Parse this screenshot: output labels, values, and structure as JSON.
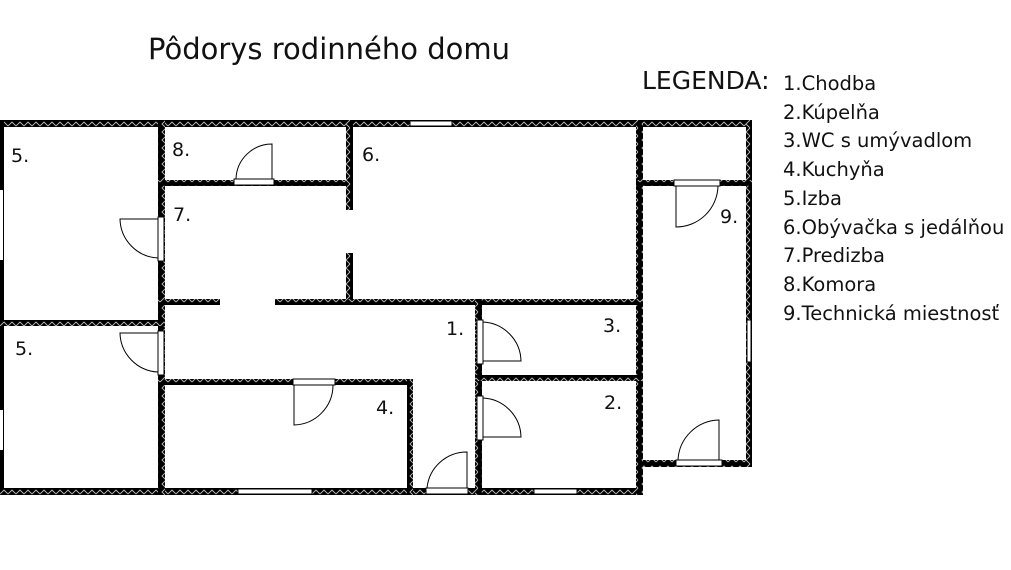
{
  "title": "Pôdorys rodinného domu",
  "legend": {
    "heading": "LEGENDA:",
    "items": [
      {
        "number": "1",
        "label": "1.Chodba"
      },
      {
        "number": "2",
        "label": "2.Kúpelňa"
      },
      {
        "number": "3",
        "label": "3.WC s umývadlom"
      },
      {
        "number": "4",
        "label": "4.Kuchyňa"
      },
      {
        "number": "5",
        "label": "5.Izba"
      },
      {
        "number": "6",
        "label": "6.Obývačka s jedálňou"
      },
      {
        "number": "7",
        "label": "7.Predizba"
      },
      {
        "number": "8",
        "label": "8.Komora"
      },
      {
        "number": "9",
        "label": "9.Technická miestnosť"
      }
    ]
  },
  "rooms": {
    "r5a": "5.",
    "r8": "8.",
    "r6": "6.",
    "r7": "7.",
    "r9": "9.",
    "r5b": "5.",
    "r1": "1.",
    "r3": "3.",
    "r4": "4.",
    "r2": "2."
  },
  "colors": {
    "wall": "#000000",
    "background": "#ffffff"
  }
}
